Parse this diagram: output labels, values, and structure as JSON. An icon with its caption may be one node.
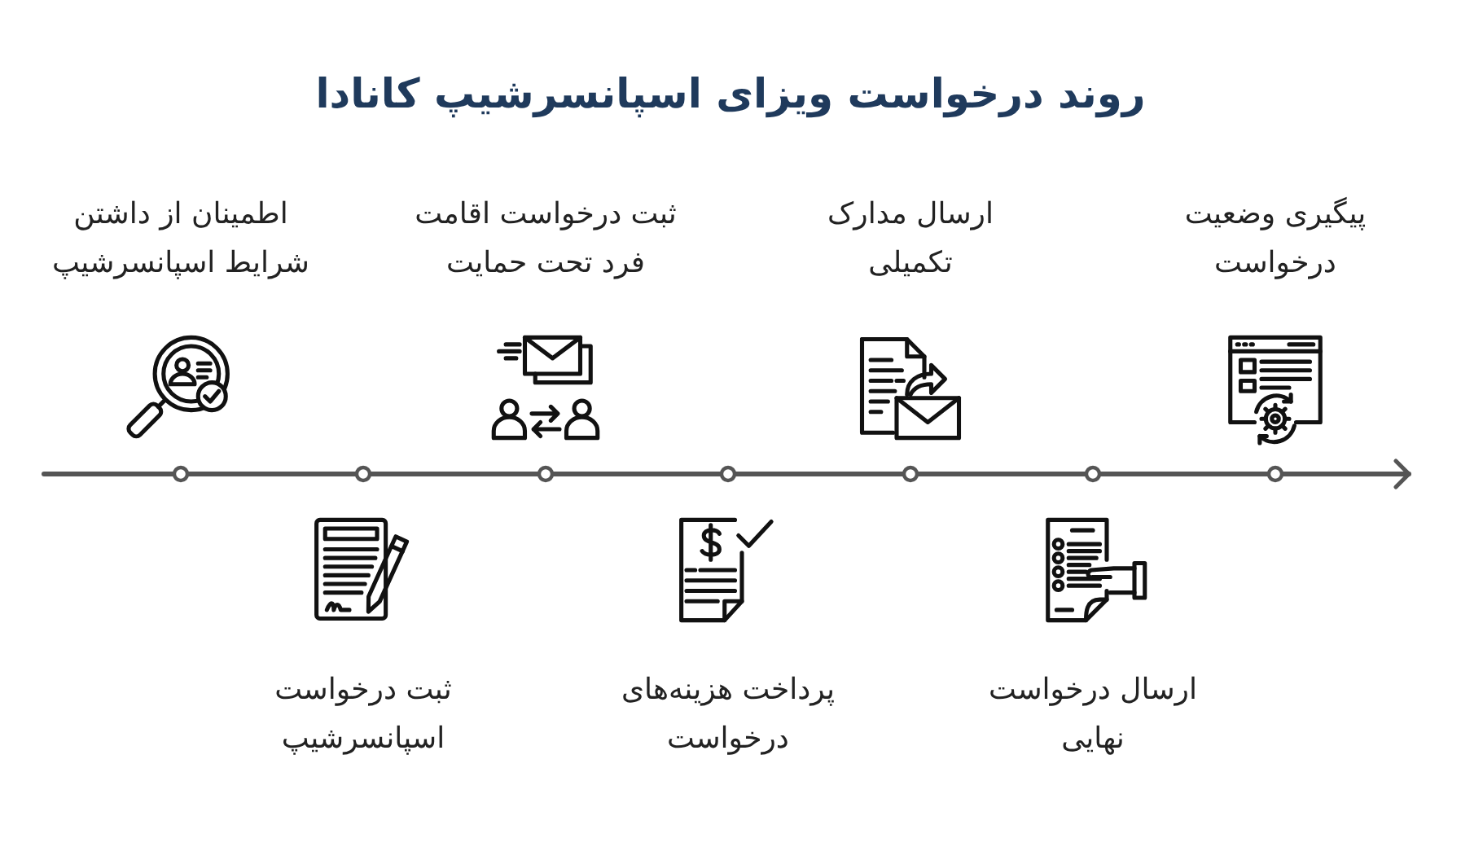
{
  "diagram": {
    "title": "روند درخواست ویزای اسپانسرشیپ کانادا",
    "nodes": [
      {
        "text": [
          "اطمینان از داشتن شرایط اسپانسرشیپ"
        ]
      },
      {
        "text": [
          "ثبت درخواست اسپانسرشیپ"
        ]
      },
      {
        "text": [
          "ثبت درخواست اقامت فرد تحت حمایت"
        ]
      },
      {
        "text": [
          "پرداخت هزینه‌های درخواست"
        ]
      },
      {
        "text": [
          "ارسال مدارک تکمیلی"
        ]
      },
      {
        "text": [
          "ارسال درخواست نهایی"
        ]
      },
      {
        "text": [
          "پیگیری وضعیت درخواست"
        ]
      }
    ]
  }
}
